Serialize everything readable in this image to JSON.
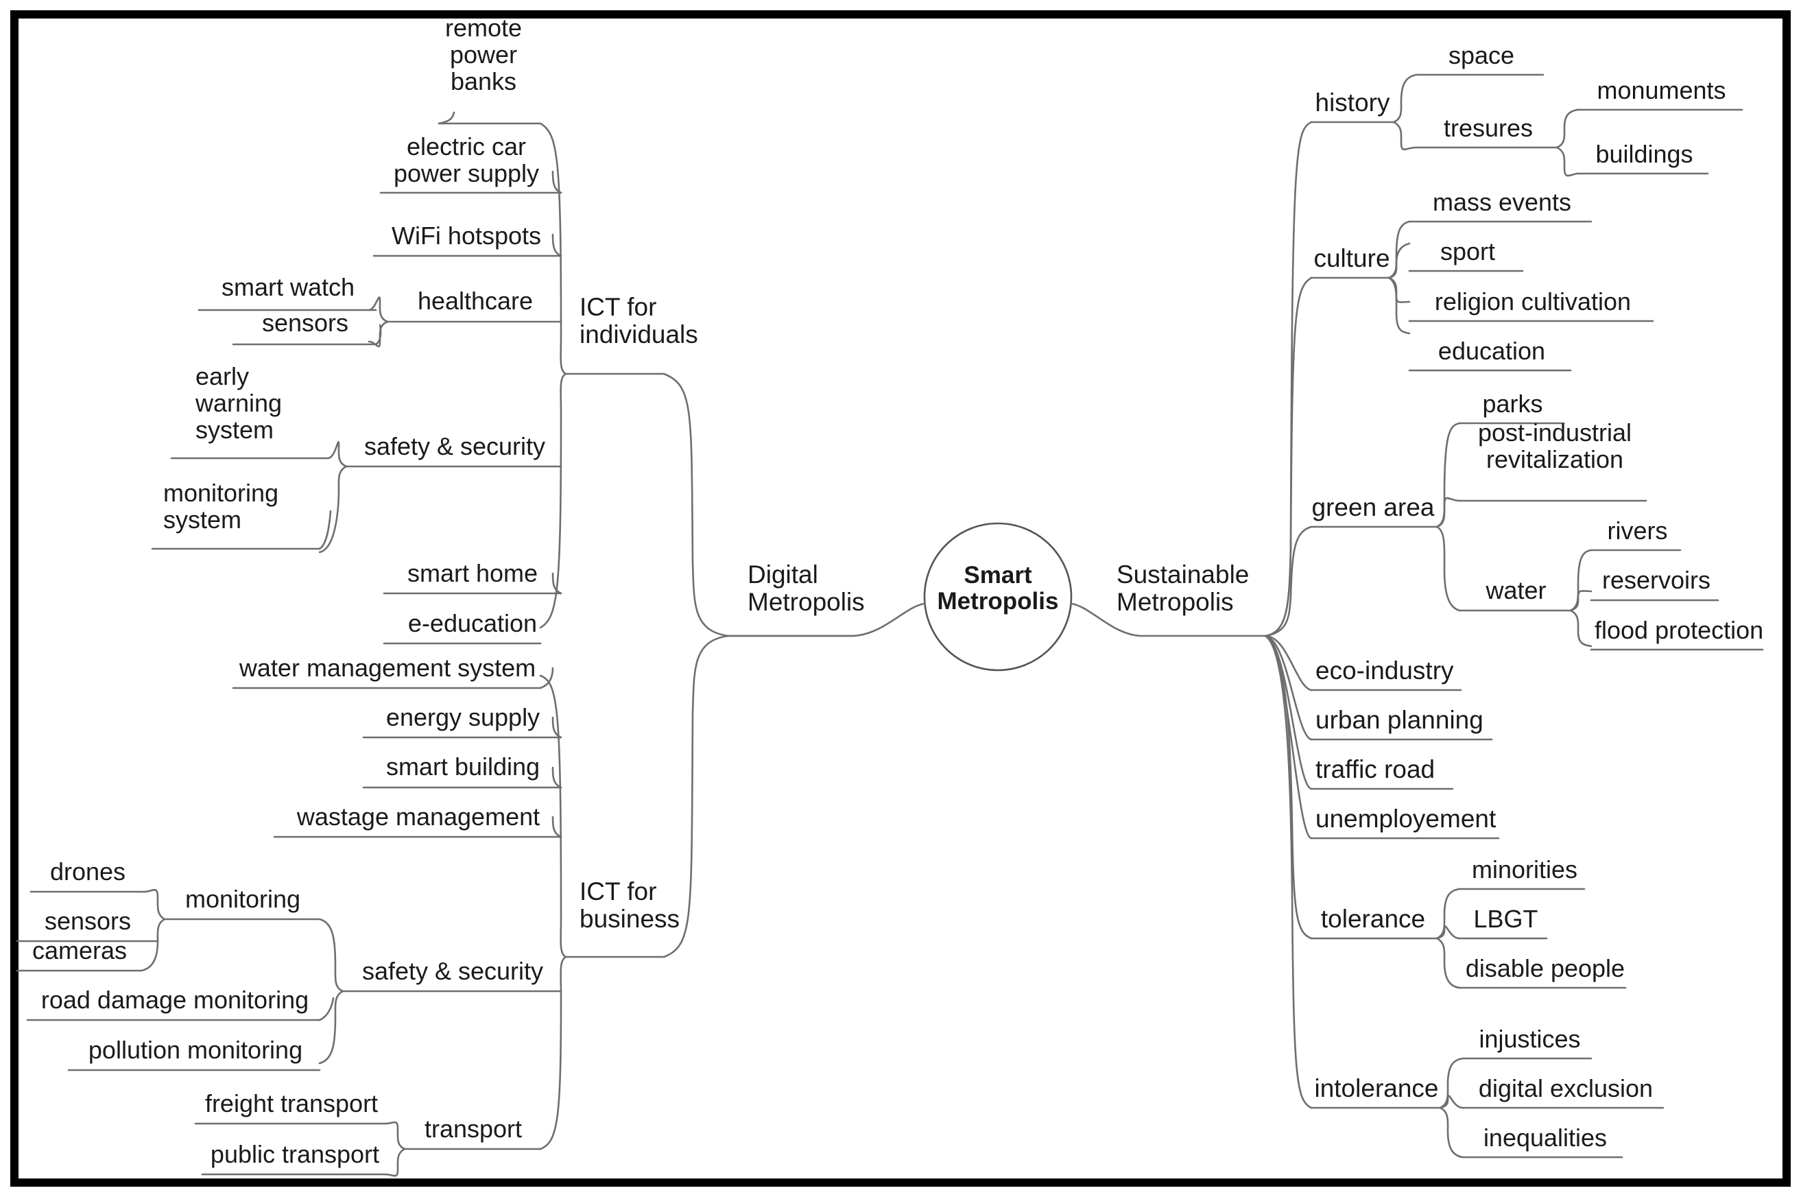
{
  "diagram": {
    "title": "Smart Metropolis mind map",
    "root": {
      "label": "Smart\nMetropolis"
    },
    "colors": {
      "border": "#000000",
      "background": "#ffffff",
      "branch": "#6e6e6e",
      "text": "#1a1a1a"
    },
    "branches": [
      {
        "label": "Digital\nMetropolis",
        "side": "left",
        "children": [
          {
            "label": "ICT for\nindividuals",
            "children": [
              {
                "label": "remote\npower\nbanks",
                "children": []
              },
              {
                "label": "electric car\npower supply",
                "children": []
              },
              {
                "label": "WiFi hotspots",
                "children": []
              },
              {
                "label": "healthcare",
                "children": [
                  {
                    "label": "smart watch"
                  },
                  {
                    "label": "sensors"
                  }
                ]
              },
              {
                "label": "safety & security",
                "children": [
                  {
                    "label": "early\nwarning\nsystem"
                  },
                  {
                    "label": "monitoring\nsystem"
                  }
                ]
              },
              {
                "label": "smart home",
                "children": []
              },
              {
                "label": "e-education",
                "children": []
              }
            ]
          },
          {
            "label": "ICT for\nbusiness",
            "children": [
              {
                "label": "water management system",
                "children": []
              },
              {
                "label": "energy supply",
                "children": []
              },
              {
                "label": "smart building",
                "children": []
              },
              {
                "label": "wastage management",
                "children": []
              },
              {
                "label": "safety & security",
                "children": [
                  {
                    "label": "monitoring",
                    "children": [
                      {
                        "label": "drones"
                      },
                      {
                        "label": "sensors"
                      },
                      {
                        "label": "cameras"
                      }
                    ]
                  },
                  {
                    "label": "road damage monitoring"
                  },
                  {
                    "label": "pollution monitoring"
                  }
                ]
              },
              {
                "label": "transport",
                "children": [
                  {
                    "label": "freight transport"
                  },
                  {
                    "label": "public transport"
                  }
                ]
              }
            ]
          }
        ]
      },
      {
        "label": "Sustainable\nMetropolis",
        "side": "right",
        "children": [
          {
            "label": "history",
            "children": [
              {
                "label": "space",
                "children": []
              },
              {
                "label": "tresures",
                "children": [
                  {
                    "label": "monuments"
                  },
                  {
                    "label": "buildings"
                  }
                ]
              }
            ]
          },
          {
            "label": "culture",
            "children": [
              {
                "label": "mass events",
                "children": []
              },
              {
                "label": "sport",
                "children": []
              },
              {
                "label": "religion cultivation",
                "children": []
              },
              {
                "label": "education",
                "children": []
              }
            ]
          },
          {
            "label": "green area",
            "children": [
              {
                "label": "parks",
                "children": []
              },
              {
                "label": "post-industrial\nrevitalization",
                "children": []
              },
              {
                "label": "water",
                "children": [
                  {
                    "label": "rivers"
                  },
                  {
                    "label": "reservoirs"
                  },
                  {
                    "label": "flood protection"
                  }
                ]
              }
            ]
          },
          {
            "label": "eco-industry",
            "children": []
          },
          {
            "label": "urban planning",
            "children": []
          },
          {
            "label": "traffic road",
            "children": []
          },
          {
            "label": "unemployement",
            "children": []
          },
          {
            "label": "tolerance",
            "children": [
              {
                "label": "minorities"
              },
              {
                "label": "LBGT"
              },
              {
                "label": "disable people"
              }
            ]
          },
          {
            "label": "intolerance",
            "children": [
              {
                "label": "injustices"
              },
              {
                "label": "digital exclusion"
              },
              {
                "label": "inequalities"
              }
            ]
          }
        ]
      }
    ],
    "labels": {
      "root": "Smart\nMetropolis",
      "digital": "Digital\nMetropolis",
      "sustainable": "Sustainable\nMetropolis",
      "ict_individuals": "ICT for\nindividuals",
      "ict_business": "ICT for\nbusiness",
      "remote_power_banks": "remote\npower\nbanks",
      "electric_car_power_supply": "electric car\npower supply",
      "wifi_hotspots": "WiFi hotspots",
      "healthcare": "healthcare",
      "smart_watch": "smart watch",
      "sensors_hc": "sensors",
      "safety_security_ind": "safety & security",
      "early_warning_system": "early\nwarning\nsystem",
      "monitoring_system": "monitoring\nsystem",
      "smart_home": "smart home",
      "e_education": "e-education",
      "water_management_system": "water management system",
      "energy_supply": "energy supply",
      "smart_building": "smart building",
      "wastage_management": "wastage management",
      "safety_security_biz": "safety & security",
      "monitoring": "monitoring",
      "drones": "drones",
      "sensors_mon": "sensors",
      "cameras": "cameras",
      "road_damage_monitoring": "road damage monitoring",
      "pollution_monitoring": "pollution monitoring",
      "transport": "transport",
      "freight_transport": "freight transport",
      "public_transport": "public transport",
      "history": "history",
      "space": "space",
      "tresures": "tresures",
      "monuments": "monuments",
      "buildings": "buildings",
      "culture": "culture",
      "mass_events": "mass events",
      "sport": "sport",
      "religion_cultivation": "religion cultivation",
      "education": "education",
      "green_area": "green area",
      "parks": "parks",
      "post_industrial_revitalization": "post-industrial\nrevitalization",
      "water": "water",
      "rivers": "rivers",
      "reservoirs": "reservoirs",
      "flood_protection": "flood protection",
      "eco_industry": "eco-industry",
      "urban_planning": "urban planning",
      "traffic_road": "traffic road",
      "unemployement": "unemployement",
      "tolerance": "tolerance",
      "minorities": "minorities",
      "lbgt": "LBGT",
      "disable_people": "disable people",
      "intolerance": "intolerance",
      "injustices": "injustices",
      "digital_exclusion": "digital exclusion",
      "inequalities": "inequalities"
    }
  }
}
